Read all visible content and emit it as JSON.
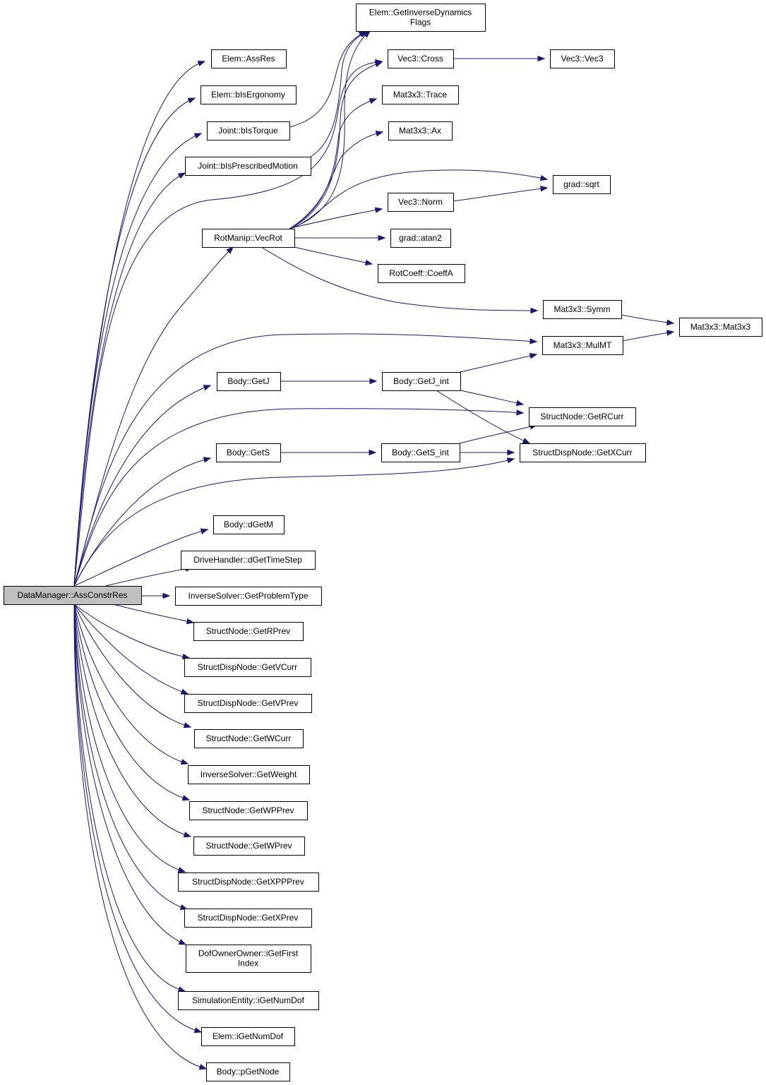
{
  "diagram": {
    "nodes": [
      {
        "id": "root",
        "lines": [
          "DataManager::AssConstrRes"
        ],
        "root": true
      },
      {
        "id": "elem_getinvdyn",
        "lines": [
          "Elem::GetInverseDynamics",
          "Flags"
        ]
      },
      {
        "id": "elem_assres",
        "lines": [
          "Elem::AssRes"
        ]
      },
      {
        "id": "elem_bisergonomy",
        "lines": [
          "Elem::bIsErgonomy"
        ]
      },
      {
        "id": "joint_bistorque",
        "lines": [
          "Joint::bIsTorque"
        ]
      },
      {
        "id": "joint_bisprescribed",
        "lines": [
          "Joint::bIsPrescribedMotion"
        ]
      },
      {
        "id": "vec3_cross",
        "lines": [
          "Vec3::Cross"
        ]
      },
      {
        "id": "vec3_vec3",
        "lines": [
          "Vec3::Vec3"
        ]
      },
      {
        "id": "mat_trace",
        "lines": [
          "Mat3x3::Trace"
        ]
      },
      {
        "id": "mat_ax",
        "lines": [
          "Mat3x3::Ax"
        ]
      },
      {
        "id": "grad_sqrt",
        "lines": [
          "grad::sqrt"
        ]
      },
      {
        "id": "vec3_norm",
        "lines": [
          "Vec3::Norm"
        ]
      },
      {
        "id": "rotmanip_vecrot",
        "lines": [
          "RotManip::VecRot"
        ]
      },
      {
        "id": "grad_atan2",
        "lines": [
          "grad::atan2"
        ]
      },
      {
        "id": "rotcoeff_coeffa",
        "lines": [
          "RotCoeff::CoeffA"
        ]
      },
      {
        "id": "mat_symm",
        "lines": [
          "Mat3x3::Symm"
        ]
      },
      {
        "id": "mat_mat3x3",
        "lines": [
          "Mat3x3::Mat3x3"
        ]
      },
      {
        "id": "mat_mulmt",
        "lines": [
          "Mat3x3::MulMT"
        ]
      },
      {
        "id": "body_getj",
        "lines": [
          "Body::GetJ"
        ]
      },
      {
        "id": "body_getj_int",
        "lines": [
          "Body::GetJ_int"
        ]
      },
      {
        "id": "sn_getrcurr",
        "lines": [
          "StructNode::GetRCurr"
        ]
      },
      {
        "id": "body_gets",
        "lines": [
          "Body::GetS"
        ]
      },
      {
        "id": "body_gets_int",
        "lines": [
          "Body::GetS_int"
        ]
      },
      {
        "id": "sdn_getxcurr",
        "lines": [
          "StructDispNode::GetXCurr"
        ]
      },
      {
        "id": "body_dgetm",
        "lines": [
          "Body::dGetM"
        ]
      },
      {
        "id": "dh_dgettimestep",
        "lines": [
          "DriveHandler::dGetTimeStep"
        ]
      },
      {
        "id": "is_getproblemtype",
        "lines": [
          "InverseSolver::GetProblemType"
        ]
      },
      {
        "id": "sn_getrprev",
        "lines": [
          "StructNode::GetRPrev"
        ]
      },
      {
        "id": "sdn_getvcurr",
        "lines": [
          "StructDispNode::GetVCurr"
        ]
      },
      {
        "id": "sdn_getvprev",
        "lines": [
          "StructDispNode::GetVPrev"
        ]
      },
      {
        "id": "sn_getwcurr",
        "lines": [
          "StructNode::GetWCurr"
        ]
      },
      {
        "id": "is_getweight",
        "lines": [
          "InverseSolver::GetWeight"
        ]
      },
      {
        "id": "sn_getwpprev",
        "lines": [
          "StructNode::GetWPPrev"
        ]
      },
      {
        "id": "sn_getwprev",
        "lines": [
          "StructNode::GetWPrev"
        ]
      },
      {
        "id": "sdn_getxpprev",
        "lines": [
          "StructDispNode::GetXPPPrev"
        ]
      },
      {
        "id": "sdn_getxprev",
        "lines": [
          "StructDispNode::GetXPrev"
        ]
      },
      {
        "id": "doo_igetfirstindex",
        "lines": [
          "DofOwnerOwner::iGetFirst",
          "Index"
        ]
      },
      {
        "id": "se_igetnumdof",
        "lines": [
          "SimulationEntity::iGetNumDof"
        ]
      },
      {
        "id": "elem_igetnumdof",
        "lines": [
          "Elem::iGetNumDof"
        ]
      },
      {
        "id": "body_pgetnode",
        "lines": [
          "Body::pGetNode"
        ]
      }
    ],
    "edges": [
      {
        "from": "root",
        "to": "elem_assres"
      },
      {
        "from": "root",
        "to": "elem_bisergonomy"
      },
      {
        "from": "root",
        "to": "joint_bistorque"
      },
      {
        "from": "root",
        "to": "joint_bisprescribed"
      },
      {
        "from": "root",
        "to": "vec3_cross"
      },
      {
        "from": "root",
        "to": "rotmanip_vecrot"
      },
      {
        "from": "root",
        "to": "mat_mulmt"
      },
      {
        "from": "root",
        "to": "body_getj"
      },
      {
        "from": "root",
        "to": "sn_getrcurr"
      },
      {
        "from": "root",
        "to": "body_gets"
      },
      {
        "from": "root",
        "to": "sdn_getxcurr"
      },
      {
        "from": "root",
        "to": "body_dgetm"
      },
      {
        "from": "root",
        "to": "dh_dgettimestep"
      },
      {
        "from": "root",
        "to": "is_getproblemtype"
      },
      {
        "from": "root",
        "to": "sn_getrprev"
      },
      {
        "from": "root",
        "to": "sdn_getvcurr"
      },
      {
        "from": "root",
        "to": "sdn_getvprev"
      },
      {
        "from": "root",
        "to": "sn_getwcurr"
      },
      {
        "from": "root",
        "to": "is_getweight"
      },
      {
        "from": "root",
        "to": "sn_getwpprev"
      },
      {
        "from": "root",
        "to": "sn_getwprev"
      },
      {
        "from": "root",
        "to": "sdn_getxpprev"
      },
      {
        "from": "root",
        "to": "sdn_getxprev"
      },
      {
        "from": "root",
        "to": "doo_igetfirstindex"
      },
      {
        "from": "root",
        "to": "se_igetnumdof"
      },
      {
        "from": "root",
        "to": "elem_igetnumdof"
      },
      {
        "from": "root",
        "to": "body_pgetnode"
      },
      {
        "from": "joint_bistorque",
        "to": "elem_getinvdyn"
      },
      {
        "from": "joint_bisprescribed",
        "to": "elem_getinvdyn"
      },
      {
        "from": "vec3_cross",
        "to": "vec3_vec3"
      },
      {
        "from": "rotmanip_vecrot",
        "to": "elem_getinvdyn"
      },
      {
        "from": "rotmanip_vecrot",
        "to": "vec3_cross"
      },
      {
        "from": "rotmanip_vecrot",
        "to": "mat_trace"
      },
      {
        "from": "rotmanip_vecrot",
        "to": "mat_ax"
      },
      {
        "from": "rotmanip_vecrot",
        "to": "grad_sqrt"
      },
      {
        "from": "rotmanip_vecrot",
        "to": "vec3_norm"
      },
      {
        "from": "rotmanip_vecrot",
        "to": "grad_atan2"
      },
      {
        "from": "rotmanip_vecrot",
        "to": "rotcoeff_coeffa"
      },
      {
        "from": "rotmanip_vecrot",
        "to": "mat_symm"
      },
      {
        "from": "vec3_norm",
        "to": "grad_sqrt"
      },
      {
        "from": "mat_symm",
        "to": "mat_mat3x3"
      },
      {
        "from": "mat_mulmt",
        "to": "mat_mat3x3"
      },
      {
        "from": "body_getj",
        "to": "body_getj_int"
      },
      {
        "from": "body_getj_int",
        "to": "mat_mulmt"
      },
      {
        "from": "body_getj_int",
        "to": "sn_getrcurr"
      },
      {
        "from": "body_getj_int",
        "to": "sdn_getxcurr"
      },
      {
        "from": "body_gets",
        "to": "body_gets_int"
      },
      {
        "from": "body_gets_int",
        "to": "sn_getrcurr"
      },
      {
        "from": "body_gets_int",
        "to": "sdn_getxcurr"
      }
    ]
  }
}
